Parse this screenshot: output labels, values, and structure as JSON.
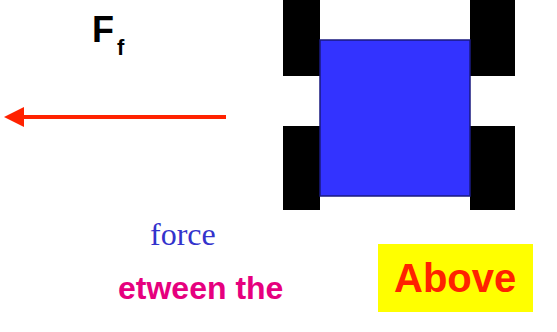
{
  "diagram": {
    "nodes": [
      {
        "text": [
          "Above"
        ]
      }
    ],
    "labels": [
      "F",
      "f",
      "force",
      "etween the"
    ]
  }
}
